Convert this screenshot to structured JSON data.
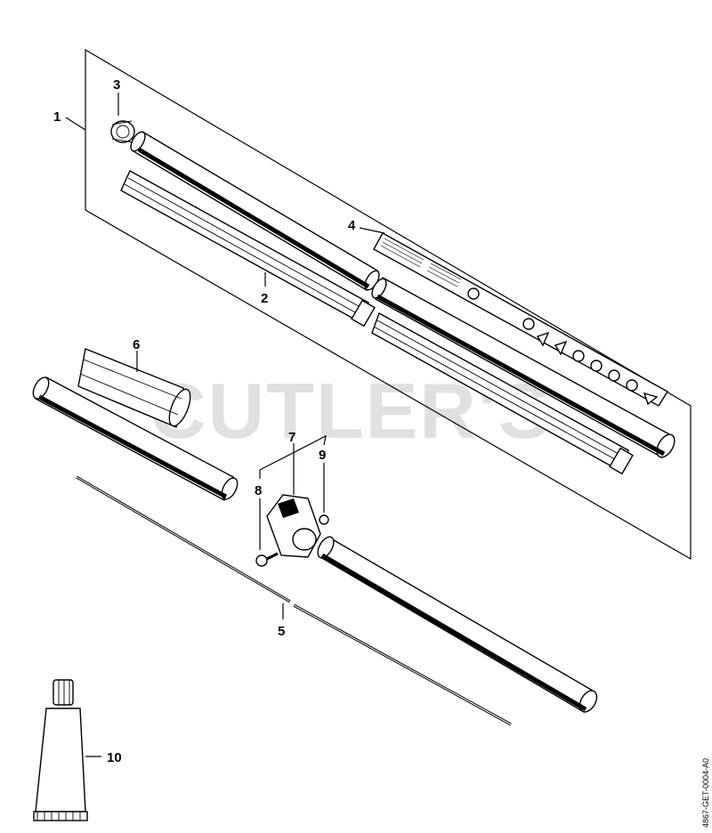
{
  "diagram": {
    "watermark": "CUTLER'S",
    "drawing_number": "4867-GET-0004-A0",
    "callouts": {
      "c1": "1",
      "c2": "2",
      "c3": "3",
      "c4": "4",
      "c5": "5",
      "c6": "6",
      "c7": "7",
      "c8": "8",
      "c9": "9",
      "c10": "10"
    }
  }
}
